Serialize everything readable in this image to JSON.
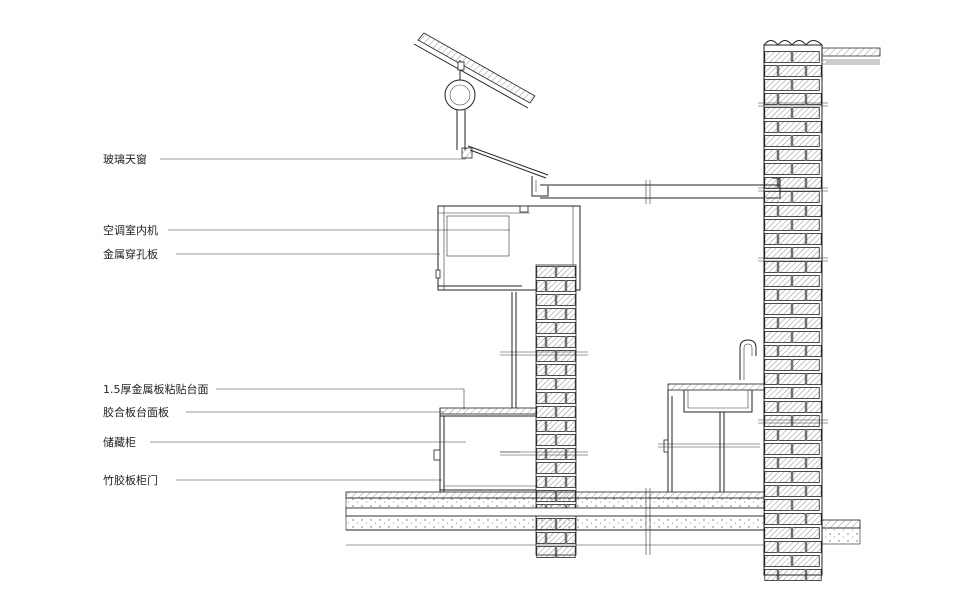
{
  "labels": {
    "skylight": "玻璃天窗",
    "ac_indoor": "空调室内机",
    "perforated_panel": "金属穿孔板",
    "metal_countertop": "1.5厚金属板粘贴台面",
    "plywood_countertop": "胶合板台面板",
    "storage_cabinet": "储藏柜",
    "bamboo_door": "竹胶板柜门"
  }
}
